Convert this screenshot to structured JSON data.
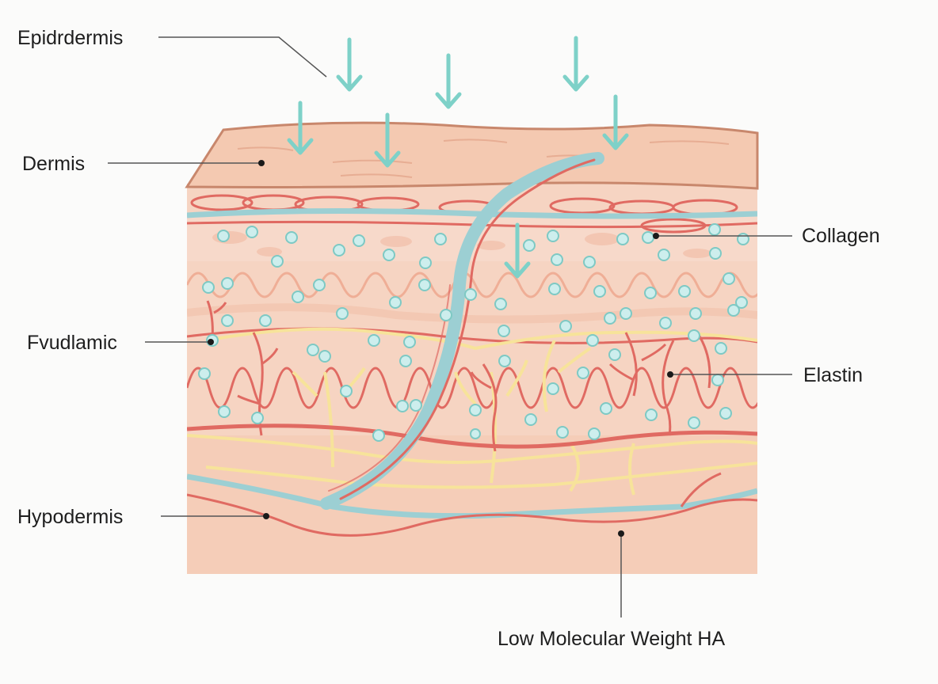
{
  "labels": {
    "epidermis": "Epidrdermis",
    "dermis": "Dermis",
    "collagen": "Collagen",
    "fvudlamic": "Fvudlamic",
    "elastin": "Elastin",
    "hypodermis": "Hypodermis",
    "low_mw_ha": "Low Molecular Weight HA"
  },
  "colors": {
    "skin_top": "#f4cdb7",
    "skin_body": "#f6d2bf",
    "blood_vessel": "#e06a62",
    "lymph_vessel": "#9ccfd3",
    "nerve_fiber": "#f7e39a",
    "ha_molecule": "#cdeeed",
    "arrow": "#7ed1c8",
    "text": "#1e1e1e"
  }
}
